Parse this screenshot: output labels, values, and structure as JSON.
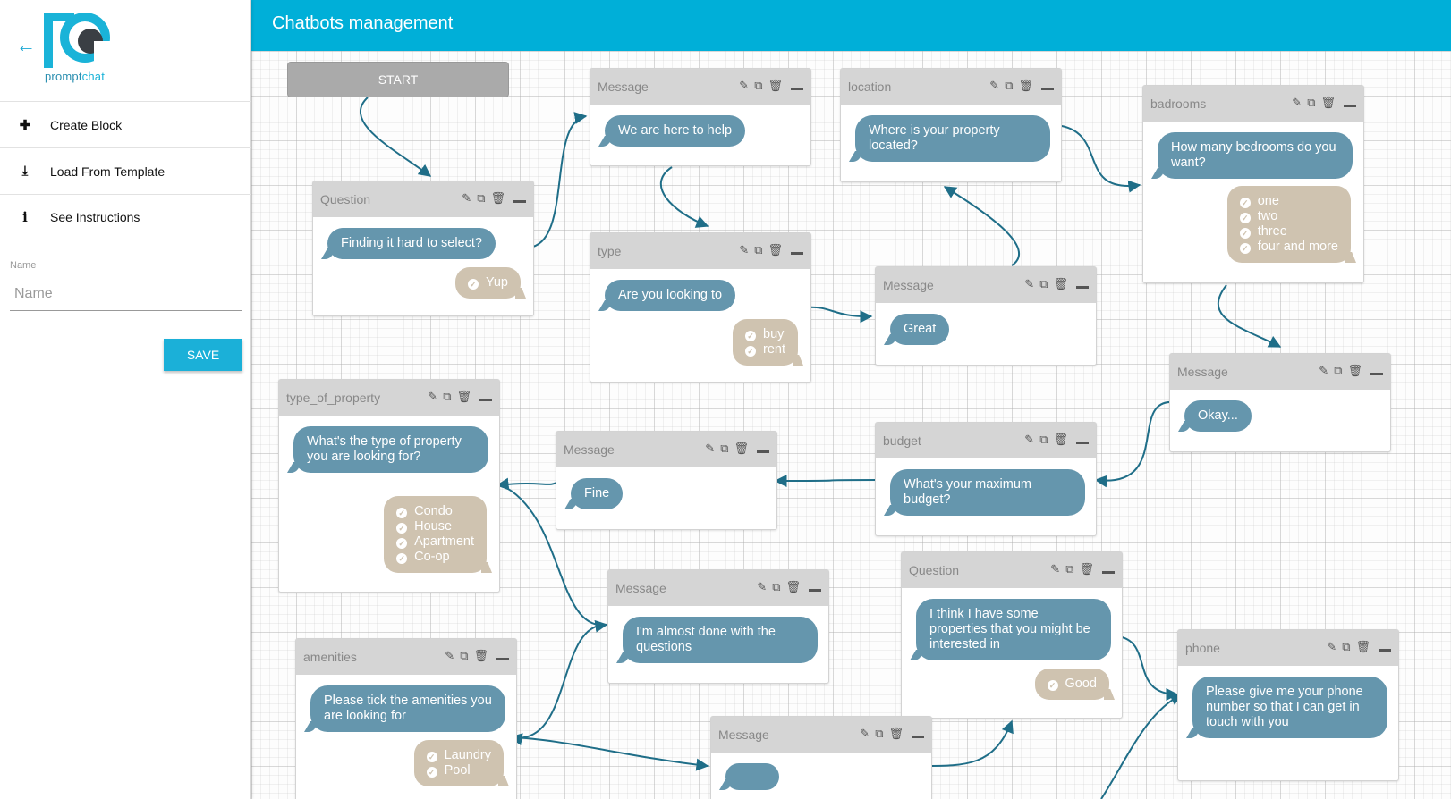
{
  "app": {
    "title": "Chatbots management",
    "logo_text_a": "prompt",
    "logo_text_b": "chat"
  },
  "sidebar": {
    "menu": [
      {
        "label": "Create Block",
        "icon": "plus-icon"
      },
      {
        "label": "Load From Template",
        "icon": "download-icon"
      },
      {
        "label": "See Instructions",
        "icon": "info-icon"
      }
    ],
    "name_label": "Name",
    "name_placeholder": "Name",
    "save_label": "SAVE"
  },
  "canvas": {
    "start_label": "START",
    "blocks": [
      {
        "id": "question1",
        "title": "Question",
        "message": "Finding it hard to select?",
        "answers": [
          "Yup"
        ]
      },
      {
        "id": "message1",
        "title": "Message",
        "message": "We are here to help",
        "answers": []
      },
      {
        "id": "location",
        "title": "location",
        "message": "Where is your property located?",
        "answers": []
      },
      {
        "id": "badrooms",
        "title": "badrooms",
        "message": "How many bedrooms do you want?",
        "answers": [
          "one",
          "two",
          "three",
          "four and more"
        ]
      },
      {
        "id": "type",
        "title": "type",
        "message": "Are you looking to",
        "answers": [
          "buy",
          "rent"
        ]
      },
      {
        "id": "message2",
        "title": "Message",
        "message": "Great",
        "answers": []
      },
      {
        "id": "message3",
        "title": "Message",
        "message": "Okay...",
        "answers": []
      },
      {
        "id": "type_of_property",
        "title": "type_of_property",
        "message": "What's the type of property you are looking for?",
        "answers": [
          "Condo",
          "House",
          "Apartment",
          "Co-op"
        ]
      },
      {
        "id": "message4",
        "title": "Message",
        "message": "Fine",
        "answers": []
      },
      {
        "id": "budget",
        "title": "budget",
        "message": "What's your maximum budget?",
        "answers": []
      },
      {
        "id": "message5",
        "title": "Message",
        "message": "I'm almost done with the questions",
        "answers": []
      },
      {
        "id": "question2",
        "title": "Question",
        "message": "I think I have some properties that you might be interested in",
        "answers": [
          "Good"
        ]
      },
      {
        "id": "amenities",
        "title": "amenities",
        "message": "Please tick the amenities you are looking for",
        "answers": [
          "Laundry",
          "Pool"
        ]
      },
      {
        "id": "phone",
        "title": "phone",
        "message": "Please give me your phone number so that I can get in touch with you",
        "answers": []
      },
      {
        "id": "message6",
        "title": "Message",
        "message": "",
        "answers": []
      }
    ]
  },
  "colors": {
    "header": "#00afd8",
    "bubble": "#6596ad",
    "answer": "#cfc3b0",
    "wire": "#1f6e88"
  }
}
